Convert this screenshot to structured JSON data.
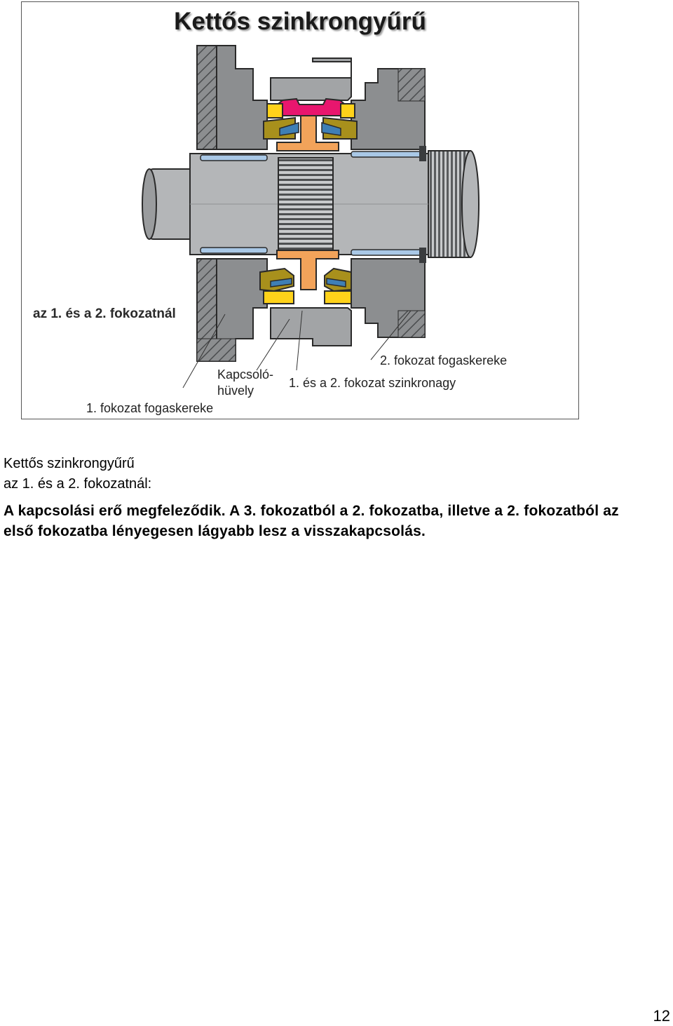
{
  "slide": {
    "title": "Kettős szinkrongyűrű",
    "state_label": "az 1. és a 2. fokozatnál",
    "labels": {
      "gear2": "2. fokozat fogaskereke",
      "sleeve_line1": "Kapcsoló-",
      "sleeve_line2": "hüvely",
      "hub": "1. és a 2. fokozat szinkronagy",
      "gear1": "1. fokozat fogaskereke"
    },
    "colors": {
      "housing": "#8c8e90",
      "shaft": "#b4b6b8",
      "hub": "#f2a35a",
      "ring_outer": "#a8901c",
      "ring_inner": "#ffd21a",
      "cone": "#3f7fb5",
      "sleeve": "#e8166e",
      "bearing": "#a9c8e6"
    }
  },
  "notes": {
    "title": "Kettős szinkrongyűrű",
    "subtitle": "az 1. és a 2. fokozatnál:",
    "body": "A kapcsolási erő megfeleződik. A 3. fokozatból a 2. fokozatba, illetve a 2. fokozatból az első fokozatba lényegesen lágyabb lesz a visszakapcsolás."
  },
  "page_number": "12"
}
